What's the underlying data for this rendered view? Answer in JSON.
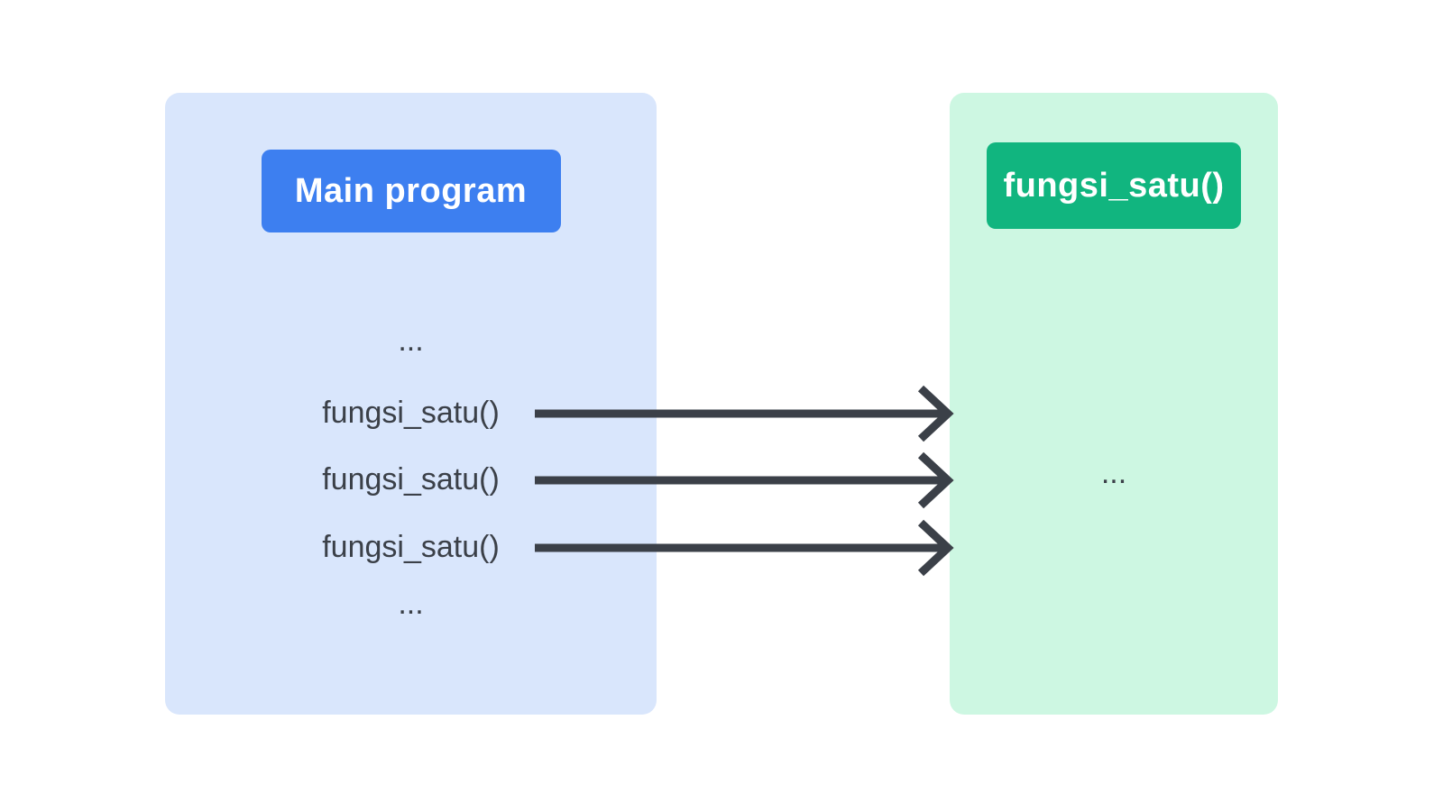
{
  "left_panel": {
    "header": "Main program",
    "rows": [
      "...",
      "fungsi_satu()",
      "fungsi_satu()",
      "fungsi_satu()",
      "..."
    ]
  },
  "right_panel": {
    "header": "fungsi_satu()",
    "body": "..."
  },
  "arrows": {
    "count": 3,
    "meaning": "function calls from Main program to fungsi_satu()"
  },
  "colors": {
    "page_bg": "#ffffff",
    "left_panel_bg": "#d9e6fc",
    "left_header_bg": "#3d7ff0",
    "right_panel_bg": "#cdf7e2",
    "right_header_bg": "#11b57f",
    "header_text": "#ffffff",
    "body_text": "#3b4048",
    "arrow": "#3b4048"
  }
}
